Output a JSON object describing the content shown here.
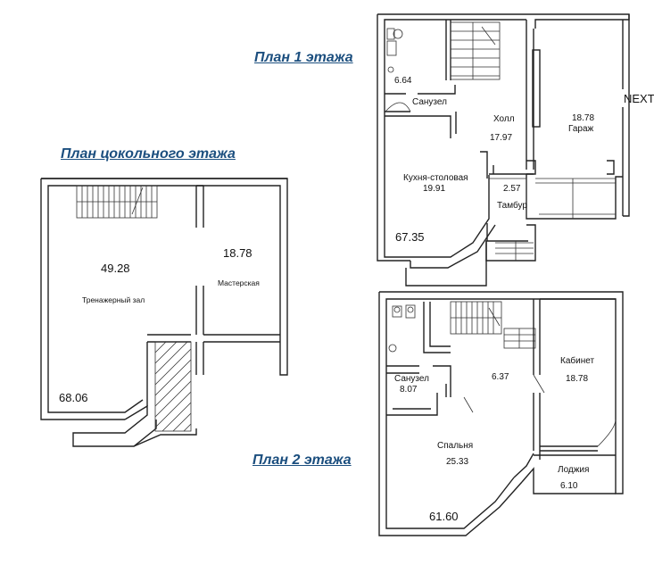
{
  "titles": {
    "floor1": "План 1 этажа",
    "basement": "План цокольного этажа",
    "floor2": "План 2 этажа"
  },
  "next_label": "NEXT",
  "basement": {
    "gym": {
      "area": "49.28",
      "name": "Тренажерный зал"
    },
    "workshop": {
      "area": "18.78",
      "name": "Мастерская"
    },
    "total": "68.06"
  },
  "floor1": {
    "wc": {
      "area": "6.64",
      "name": "Санузел"
    },
    "hall": {
      "name": "Холл",
      "area": "17.97"
    },
    "garage": {
      "area": "18.78",
      "name": "Гараж"
    },
    "kitchen": {
      "name": "Кухня-столовая",
      "area": "19.91"
    },
    "vestibule": {
      "area": "2.57",
      "name": "Тамбур"
    },
    "total": "67.35"
  },
  "floor2": {
    "wc": {
      "name": "Санузел",
      "area": "8.07"
    },
    "hall": {
      "area": "6.37"
    },
    "study": {
      "name": "Кабинет",
      "area": "18.78"
    },
    "bedroom": {
      "name": "Спальня",
      "area": "25.33"
    },
    "loggia": {
      "name": "Лоджия",
      "area": "6.10"
    },
    "total": "61.60"
  }
}
